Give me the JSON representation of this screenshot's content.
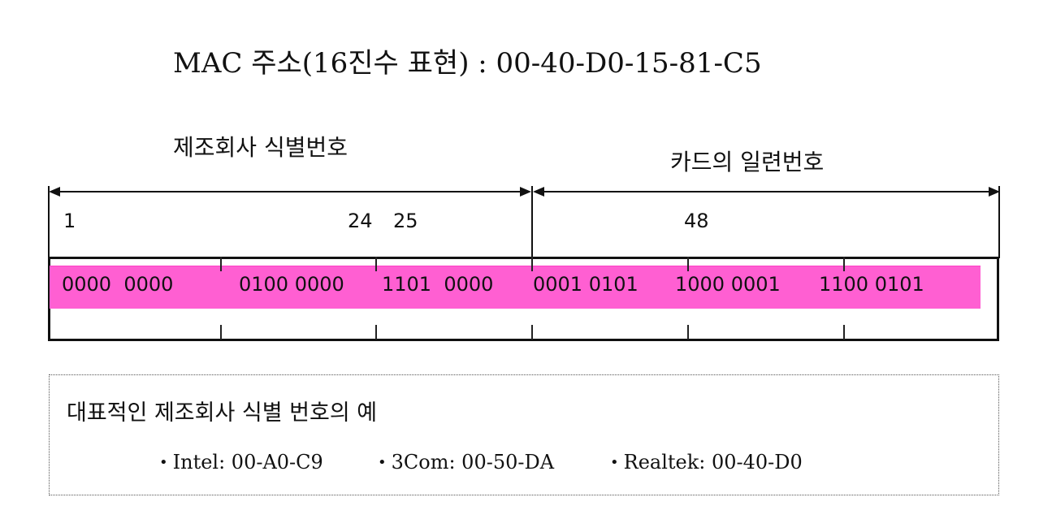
{
  "title": "MAC 주소(16진수 표현) : 00-40-D0-15-81-C5",
  "manufacturer_label": "제조회사 식별번호",
  "serial_label": "카드의 일련번호",
  "bit_numbers": {
    "start": "1",
    "mid_end": "24",
    "mid_start": "25",
    "end": "48"
  },
  "octets": [
    "0000  0000",
    "0100 0000",
    "1101  0000",
    "0001 0101",
    "1000 0001",
    "1100 0101"
  ],
  "examples": {
    "title": "대표적인 제조회사 식별 번호의 예",
    "bullet": "•",
    "items": [
      "Intel: 00-A0-C9",
      "3Com: 00-50-DA",
      "Realtek: 00-40-D0"
    ]
  },
  "colors": {
    "highlight": "#ff5fd2",
    "line": "#111111"
  }
}
